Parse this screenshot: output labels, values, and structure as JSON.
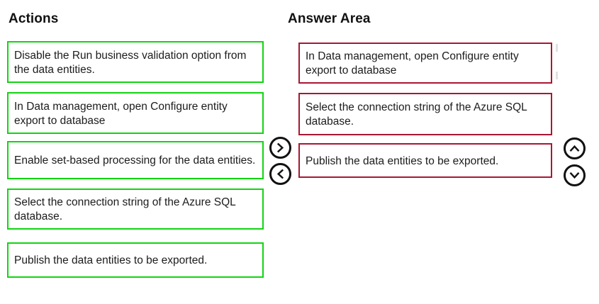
{
  "headings": {
    "actions": "Actions",
    "answer_area": "Answer Area"
  },
  "colors": {
    "action_border": "#11d411",
    "answer_border": "#a81733",
    "background": "#ffffff",
    "text": "#1c1c1c",
    "button_outline": "#111111"
  },
  "actions": {
    "items": [
      {
        "text": "Disable the Run business validation option from the data entities."
      },
      {
        "text": "In Data management, open Configure entity export to database"
      },
      {
        "text": "Enable set-based processing for the data entities."
      },
      {
        "text": "Select the connection string of the Azure SQL database."
      },
      {
        "text": "Publish the data entities to be exported."
      }
    ]
  },
  "answer_area": {
    "items": [
      {
        "text": "In Data management, open Configure entity export to database"
      },
      {
        "text": "Select the connection string of the Azure SQL database."
      },
      {
        "text": "Publish the data entities to be exported."
      }
    ]
  },
  "controls": {
    "move_right": {
      "icon": "chevron-right-icon",
      "label": ">"
    },
    "move_left": {
      "icon": "chevron-left-icon",
      "label": "<"
    },
    "move_up": {
      "icon": "chevron-up-icon",
      "label": "^"
    },
    "move_down": {
      "icon": "chevron-down-icon",
      "label": "v"
    }
  }
}
